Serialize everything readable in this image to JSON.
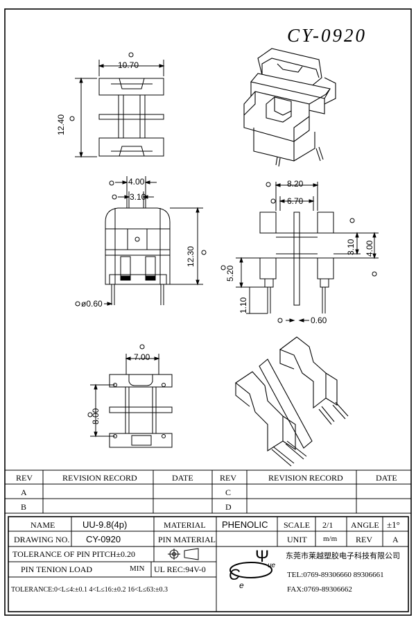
{
  "title": "CY-0920",
  "dims": {
    "top_width": "10.70",
    "top_height": "12.40",
    "front_pitch_outer": "4.00",
    "front_pitch_inner": "3.10",
    "front_height": "12.30",
    "front_pin_dia": "ø0.60",
    "side_width_outer": "8.20",
    "side_width_inner": "6.70",
    "side_gap": "3.10",
    "side_height": "4.00",
    "side_left": "5.20",
    "side_pin_len": "1.10",
    "side_pin": "0.60",
    "bottom_width": "7.00",
    "bottom_height": "8.00"
  },
  "revision": {
    "col_rev": "REV",
    "col_record": "REVISION RECORD",
    "col_date": "DATE",
    "rows": [
      [
        "A",
        "C"
      ],
      [
        "B",
        "D"
      ]
    ]
  },
  "titleblock": {
    "name_label": "NAME",
    "name_value": "UU-9.8(4p)",
    "material_label": "MATERIAL",
    "material_value": "PHENOLIC",
    "scale_label": "SCALE",
    "scale_value": "2/1",
    "angle_label": "ANGLE",
    "angle_value": "±1°",
    "drawing_label": "DRAWING NO.",
    "drawing_value": "CY-0920",
    "pin_material_label": "PIN MATERIAL",
    "unit_label": "UNIT",
    "unit_value": "m/m",
    "rev_label": "REV",
    "rev_value": "A",
    "tol_pitch": "TOLERANCE OF PIN PITCH±0.20",
    "pin_tension_label": "PIN TENION LOAD",
    "pin_tension_value": "MIN",
    "ul": "UL REC:94V-0",
    "tol_general": "TOLERANCE:0<L≤4:±0.1  4<L≤16:±0.2  16<L≤63:±0.3",
    "company": "东莞市莱越塑胶电子科技有限公司",
    "tel": "TEL:0769-89306660 89306661",
    "fax": "FAX:0769-89306662"
  },
  "logo": {
    "psi": "Ψ",
    "c": "C",
    "e": "e",
    "ue": "ue"
  }
}
